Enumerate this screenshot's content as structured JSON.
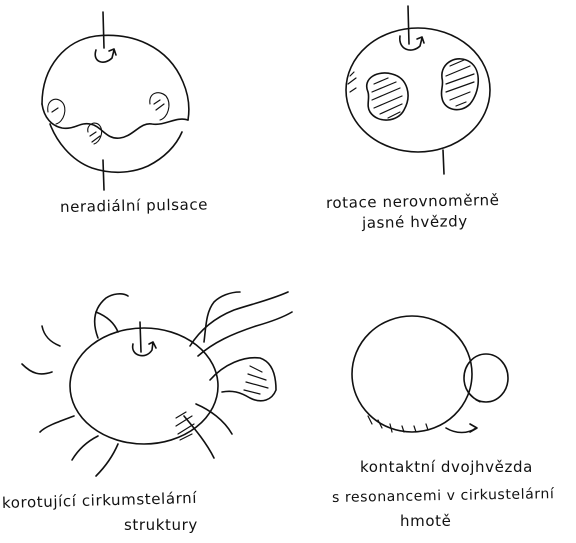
{
  "panels": [
    {
      "id": "nonradial-pulsation",
      "caption_lines": [
        "neradiální pulsace"
      ]
    },
    {
      "id": "rotation-uneven-star",
      "caption_lines": [
        "rotace nerovnoměrně",
        "jasné hvězdy"
      ]
    },
    {
      "id": "rotating-circumstellar",
      "caption_lines": [
        "korotující cirkumstelární",
        "struktury"
      ]
    },
    {
      "id": "contact-binary",
      "caption_lines": [
        "kontaktní dvojhvězda",
        "s resonancemi v cirkustelární",
        "hmotě"
      ]
    }
  ],
  "ink_color": "#111111",
  "background_color": "#ffffff"
}
